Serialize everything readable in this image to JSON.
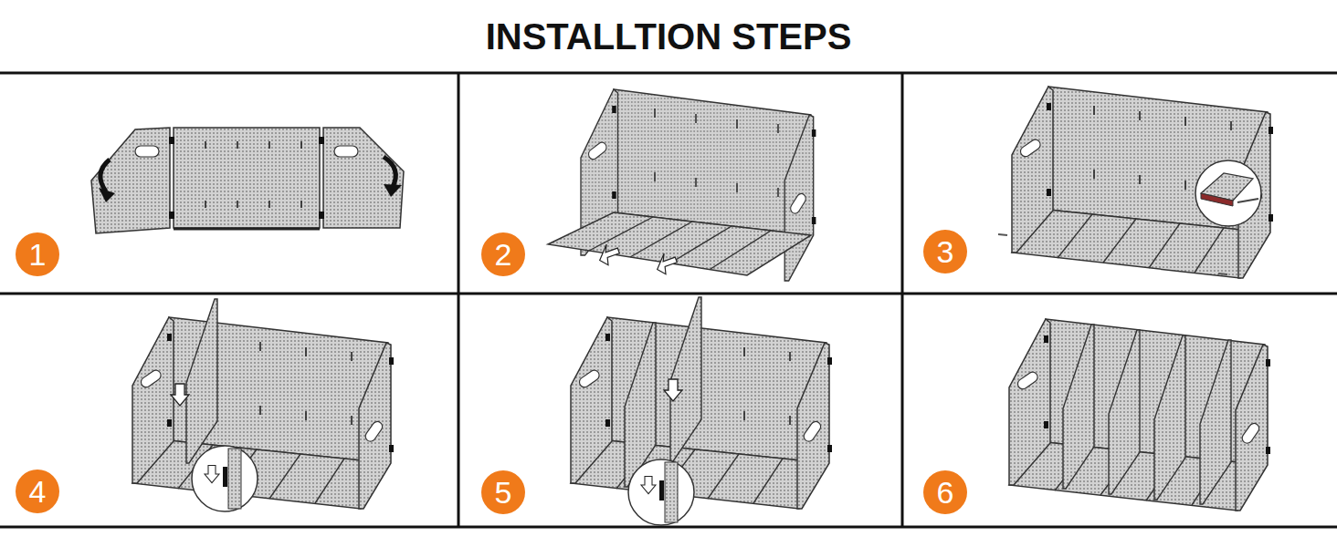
{
  "diagram": {
    "title": "INSTALLTION STEPS",
    "nodes": [
      {
        "text": [
          "1"
        ]
      },
      {
        "text": [
          "2"
        ]
      },
      {
        "text": [
          "3"
        ]
      },
      {
        "text": [
          "4"
        ]
      },
      {
        "text": [
          "5"
        ]
      },
      {
        "text": [
          "6"
        ]
      }
    ]
  }
}
